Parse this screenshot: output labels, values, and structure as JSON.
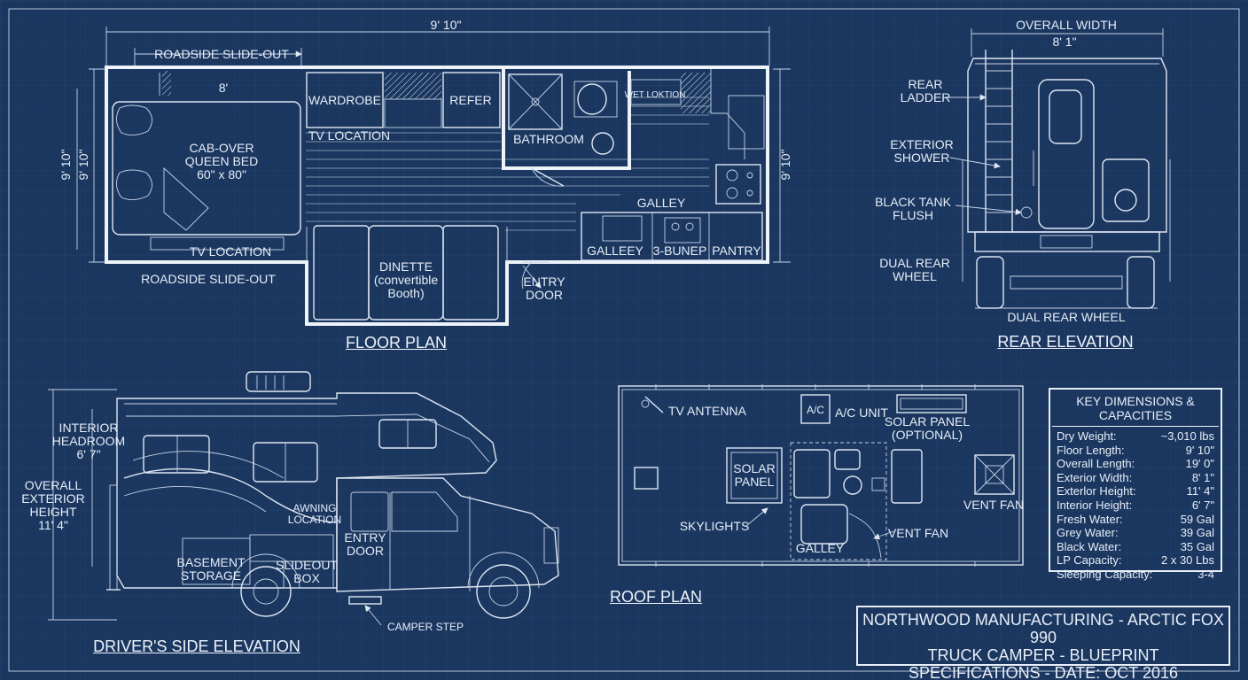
{
  "floor_plan": {
    "title": "FLOOR PLAN",
    "length_dim": "9' 10\"",
    "height_dim_left_outer": "9' 10\"",
    "height_dim_left_inner": "9' 10\"",
    "height_dim_right": "9' 10\"",
    "slideout_top": "ROADSIDE SLIDE-OUT",
    "slideout_bottom": "ROADSIDE SLIDE-OUT",
    "bed_width": "8'",
    "bed_label": "CAB-OVER\nQUEEN BED\n60\" x 80\"",
    "tv_location_top": "TV LOCATION",
    "tv_location_bottom": "TV LOCATION",
    "wardrobe": "WARDROBE",
    "refer": "REFER",
    "bathroom": "BATHROOM",
    "wet_location": "WET LOKTION",
    "galley": "GALLEY",
    "galley_sink": "GALLEEY",
    "burner": "3-BUNEP",
    "pantry": "PANTRY",
    "dinette": "DINETTE\n(convertible\nBooth)",
    "entry_door": "ENTRY\nDOOR"
  },
  "rear_elevation": {
    "title": "REAR ELEVATION",
    "overall_width_label": "OVERALL WIDTH",
    "overall_width_value": "8' 1\"",
    "rear_ladder": "REAR\nLADDER",
    "exterior_shower": "EXTERIOR\nSHOWER",
    "black_tank_flush": "BLACK TANK\nFLUSH",
    "dual_rear_wheel_side": "DUAL REAR\nWHEEL",
    "dual_rear_wheel_bottom": "DUAL REAR WHEEL"
  },
  "side_elevation": {
    "title": "DRIVER'S SIDE ELEVATION",
    "interior_headroom": "INTERIOR\nHEADROOM\n6' 7\"",
    "overall_height": "OVERALL\nEXTERIOR\nHEIGHT\n11' 4\"",
    "awning": "AWNING\nLOCATION",
    "entry_door": "ENTRY\nDOOR",
    "basement_storage": "BASEMENT\nSTORAGE",
    "slideout_box": "SLIDEOUT\nBOX",
    "camper_step": "CAMPER STEP"
  },
  "roof_plan": {
    "title": "ROOF PLAN",
    "tv_antenna": "TV ANTENNA",
    "ac_box": "A/C",
    "ac_unit": "A/C UNIT",
    "solar_panel_optional": "SOLAR PANEL\n(OPTIONAL)",
    "solar_panel": "SOLAR\nPANEL",
    "skylights": "SKYLIGHTS",
    "vent_fan_right": "VENT FAN",
    "vent_fan_center": "VENT FAN",
    "galley": "GALLEY"
  },
  "key_dimensions": {
    "heading": "KEY DIMENSIONS & CAPACITIES",
    "rows": [
      {
        "label": "Dry Weight:",
        "value": "~3,010 lbs"
      },
      {
        "label": "Floor Length:",
        "value": "9' 10\""
      },
      {
        "label": "Overall Length:",
        "value": "19' 0\""
      },
      {
        "label": "Exterior Width:",
        "value": "8' 1\""
      },
      {
        "label": "Exterlor Height:",
        "value": "11' 4\""
      },
      {
        "label": "Interior Height:",
        "value": "6' 7\""
      },
      {
        "label": "Fresh Water:",
        "value": "59 Gal"
      },
      {
        "label": "Grey Water:",
        "value": "39 Gal"
      },
      {
        "label": "Black Water:",
        "value": "35 Gal"
      },
      {
        "label": "LP Capacity:",
        "value": "2 x 30 Lbs"
      },
      {
        "label": "Sleeping Capacity:",
        "value": "3-4"
      }
    ]
  },
  "title_block": {
    "line1": "NORTHWOOD MANUFACTURING - ARCTIC FOX 990",
    "line2": "TRUCK CAMPER - BLUEPRINT",
    "line3": "SPECIFICATIONS - DATE: OCT 2016"
  },
  "colors": {
    "background": "#1b3760",
    "line": "#e8eef7"
  }
}
